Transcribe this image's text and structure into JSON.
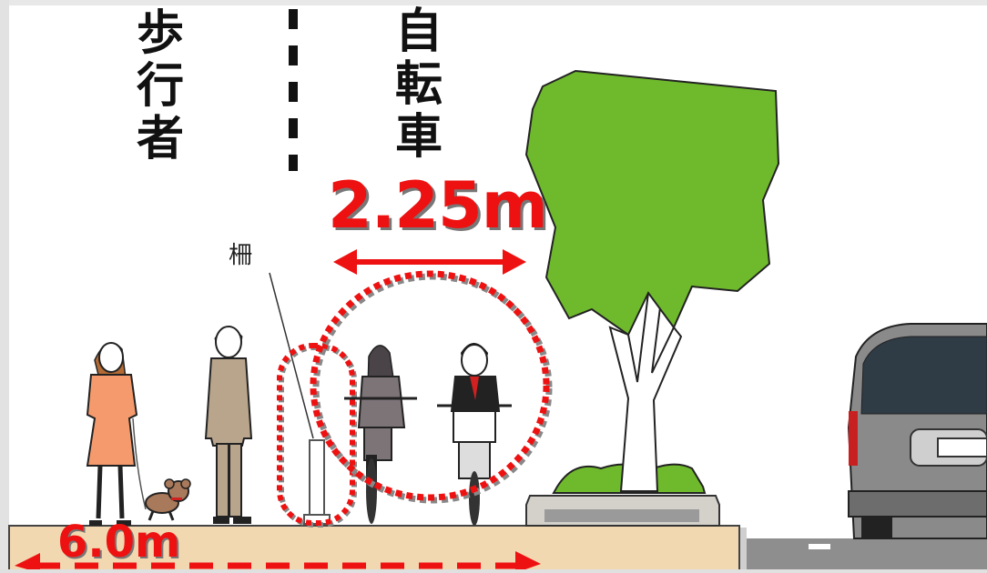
{
  "labels": {
    "pedestrian": "歩行者",
    "bicycle": "自転車",
    "fence": "柵"
  },
  "dimensions": {
    "bicycle_lane_width": "2.25m",
    "sidewalk_total_width": "6.0m"
  },
  "colors": {
    "accent_red": "#ee1111",
    "tree_green": "#6fba2c",
    "sidewalk_tan": "#f2d8b0",
    "road_gray": "#8e8e8e",
    "car_gray": "#8a8a8a"
  },
  "icons": [
    "woman-pedestrian-icon",
    "dog-icon",
    "man-pedestrian-icon",
    "fence-post-icon",
    "cyclist-woman-icon",
    "cyclist-boy-icon",
    "tree-icon",
    "car-icon"
  ]
}
